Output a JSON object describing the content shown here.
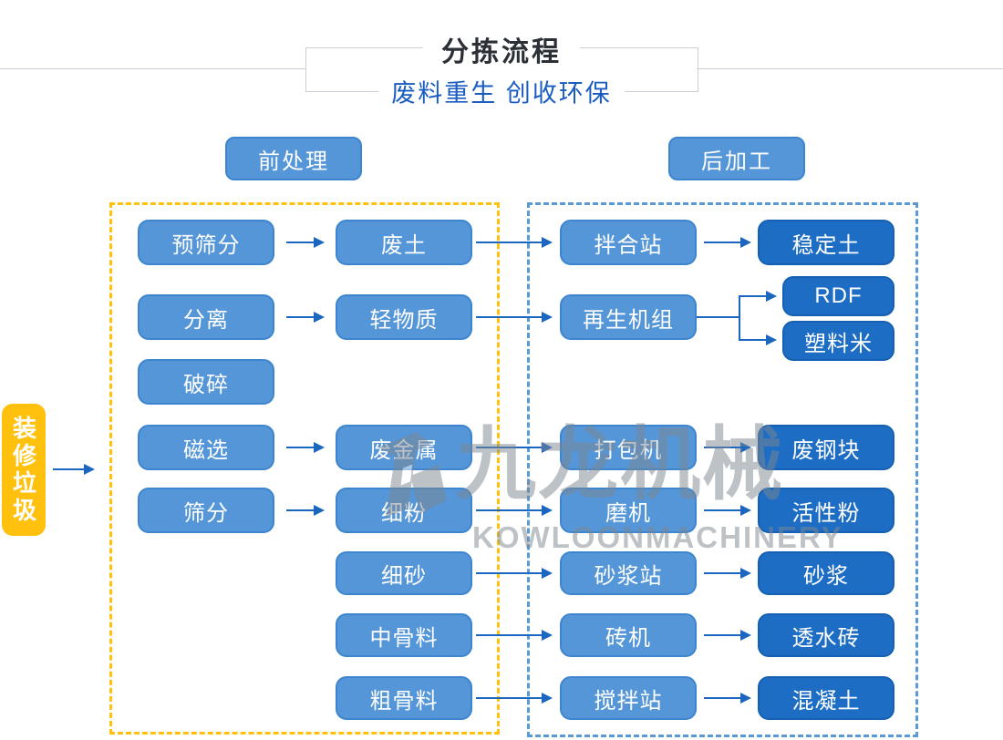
{
  "header": {
    "title": "分拣流程",
    "subtitle": "废料重生 创收环保"
  },
  "sections": {
    "pre": "前处理",
    "post": "后加工"
  },
  "source": {
    "label": "装修垃圾"
  },
  "flow": {
    "process": [
      "预筛分",
      "分离",
      "破碎",
      "磁选",
      "筛分"
    ],
    "material": [
      "废土",
      "轻物质",
      "废金属",
      "细粉",
      "细砂",
      "中骨料",
      "粗骨料"
    ],
    "equipment": [
      "拌合站",
      "再生机组",
      "打包机",
      "磨机",
      "砂浆站",
      "砖机",
      "搅拌站"
    ],
    "product": [
      "稳定土",
      "RDF",
      "塑料米",
      "废钢块",
      "活性粉",
      "砂浆",
      "透水砖",
      "混凝土"
    ]
  },
  "watermark": {
    "name": "九龙机械",
    "name_en": "KOWLOONMACHINERY",
    "logo_icon": "kowloon-logo-icon"
  },
  "colors": {
    "arrow_blue": "#1a66c0",
    "box_light_blue": "#5596d8",
    "box_light_border": "#3d85ce",
    "box_dark_blue": "#1e6dc4",
    "dashed_yellow": "#ffc10d",
    "dashed_blue": "#5b9bd5",
    "subtitle_blue": "#1a5cc0",
    "title_dark": "#2b2f36",
    "source_yellow": "#ffc10d",
    "watermark_gray": "#7e8791"
  }
}
